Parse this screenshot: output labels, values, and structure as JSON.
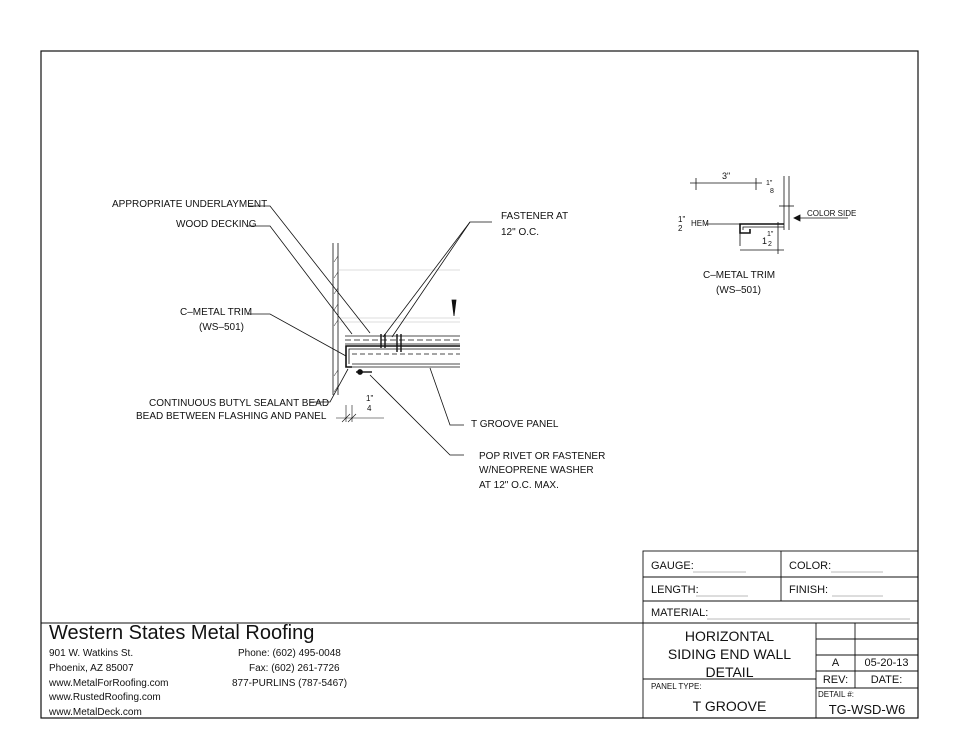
{
  "drawing": {
    "labels": {
      "underlayment": "APPROPRIATE UNDERLAYMENT",
      "decking": "WOOD DECKING",
      "trim_1": "C–METAL TRIM",
      "trim_2": "(WS–501)",
      "sealant_1": "CONTINUOUS BUTYL SEALANT BEAD",
      "sealant_2": "BEAD BETWEEN FLASHING AND PANEL",
      "fastener_1": "FASTENER AT",
      "fastener_2": "12\" O.C.",
      "panel": "T GROOVE PANEL",
      "rivet_1": "POP RIVET OR FASTENER",
      "rivet_2": "W/NEOPRENE WASHER",
      "rivet_3": "AT 12\" O.C. MAX.",
      "dim_quarter_num": "1\"",
      "dim_quarter_den": "4"
    }
  },
  "trim_detail": {
    "dim_width": "3\"",
    "dim_top_num": "1\"",
    "dim_top_den": "8",
    "hem_num": "1\"",
    "hem_den": "2",
    "hem_label": "HEM",
    "height_num": "1\"",
    "height_whole": "1",
    "height_den": "2",
    "color_side": "COLOR SIDE",
    "caption_1": "C–METAL TRIM",
    "caption_2": "(WS–501)"
  },
  "title_block": {
    "gauge_label": "GAUGE:",
    "color_label": "COLOR:",
    "length_label": "LENGTH:",
    "finish_label": "FINISH:",
    "material_label": "MATERIAL:",
    "title_1": "HORIZONTAL",
    "title_2": "SIDING END WALL",
    "title_3": "DETAIL",
    "panel_type_label": "PANEL TYPE:",
    "panel_type": "T GROOVE",
    "rev": "A",
    "date": "05-20-13",
    "rev_label": "REV:",
    "date_label": "DATE:",
    "detail_label": "DETAIL #:",
    "detail_number": "TG-WSD-W6"
  },
  "company": {
    "name": "Western States Metal Roofing",
    "address": "901 W. Watkins St.",
    "city": "Phoenix, AZ 85007",
    "web_1": "www.MetalForRoofing.com",
    "web_2": "www.RustedRoofing.com",
    "web_3": "www.MetalDeck.com",
    "phone": "Phone: (602) 495-0048",
    "fax": "Fax: (602) 261-7726",
    "tollfree": "877-PURLINS (787-5467)"
  }
}
